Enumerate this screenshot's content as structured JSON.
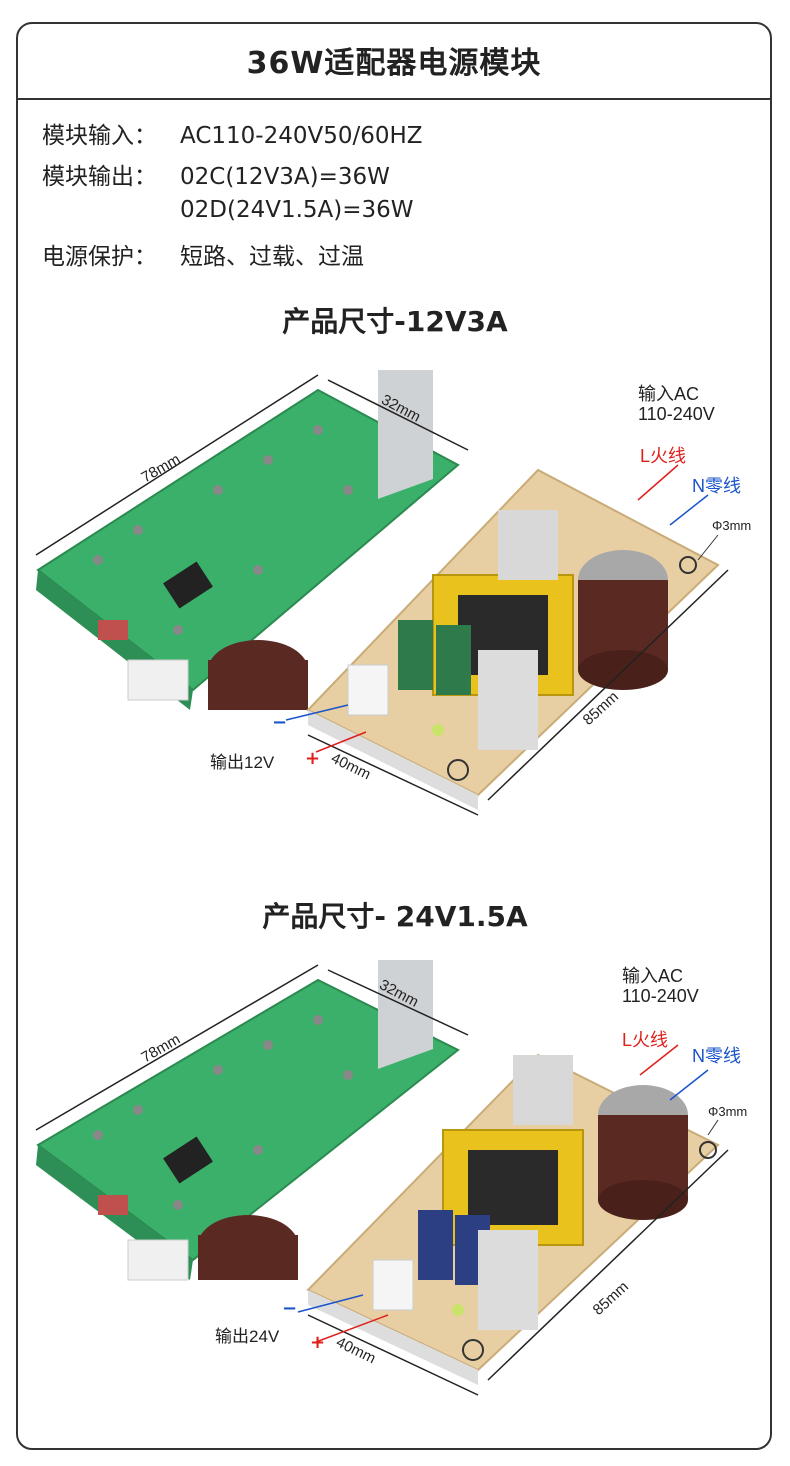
{
  "title": "36W适配器电源模块",
  "specs": {
    "input_label": "模块输入：",
    "input_value": "AC110-240V50/60HZ",
    "output_label": "模块输出：",
    "output_value_1": "02C(12V3A)=36W",
    "output_value_2": "02D(24V1.5A)=36W",
    "protect_label": "电源保护：",
    "protect_value": "短路、过载、过温"
  },
  "section1": {
    "title": "产品尺寸-12V3A",
    "dim_length_green": "78mm",
    "dim_width_top": "32mm",
    "dim_length_beige": "85mm",
    "dim_width_bottom": "40mm",
    "input_label_1": "输入AC",
    "input_label_2": "110-240V",
    "l_wire": "L火线",
    "n_wire": "N零线",
    "hole": "Φ3mm",
    "output": "输出12V",
    "minus": "−",
    "plus": "+"
  },
  "section2": {
    "title": "产品尺寸- 24V1.5A",
    "dim_length_green": "78mm",
    "dim_width_top": "32mm",
    "dim_length_beige": "85mm",
    "dim_width_bottom": "40mm",
    "input_label_1": "输入AC",
    "input_label_2": "110-240V",
    "l_wire": "L火线",
    "n_wire": "N零线",
    "hole": "Φ3mm",
    "output": "输出24V",
    "minus": "−",
    "plus": "+"
  },
  "colors": {
    "pcb_green": "#3bb06a",
    "pcb_beige": "#e8cfa3",
    "capacitor_brown": "#5a2a22",
    "transformer_yellow": "#e9c21e",
    "label_red": "#e0201b",
    "label_blue": "#1a54c9"
  }
}
